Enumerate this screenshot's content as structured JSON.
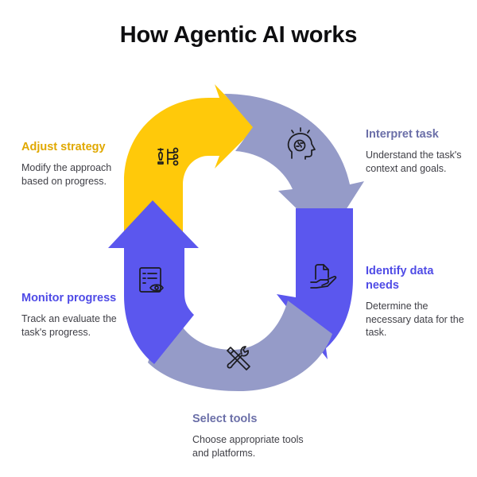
{
  "title": "How Agentic AI works",
  "colors": {
    "yellow": "#FFC90A",
    "lavender": "#959BC8",
    "blue": "#5B57EE",
    "heading_yellow": "#E0A800",
    "heading_lavender": "#6B6FA8",
    "heading_blue": "#4F4BE6"
  },
  "steps": [
    {
      "heading": "Interpret task",
      "description": "Understand the task's context and goals.",
      "icon": "brain-head-icon",
      "color": "lavender"
    },
    {
      "heading": "Identify data needs",
      "description": "Determine the necessary data for the task.",
      "icon": "hand-document-icon",
      "color": "blue"
    },
    {
      "heading": "Select tools",
      "description": "Choose appropriate tools and platforms.",
      "icon": "wrench-screwdriver-icon",
      "color": "lavender"
    },
    {
      "heading": "Monitor progress",
      "description": "Track an evaluate the task's progress.",
      "icon": "checklist-eye-icon",
      "color": "blue"
    },
    {
      "heading": "Adjust strategy",
      "description": "Modify the approach based on progress.",
      "icon": "chess-strategy-icon",
      "color": "yellow"
    }
  ]
}
